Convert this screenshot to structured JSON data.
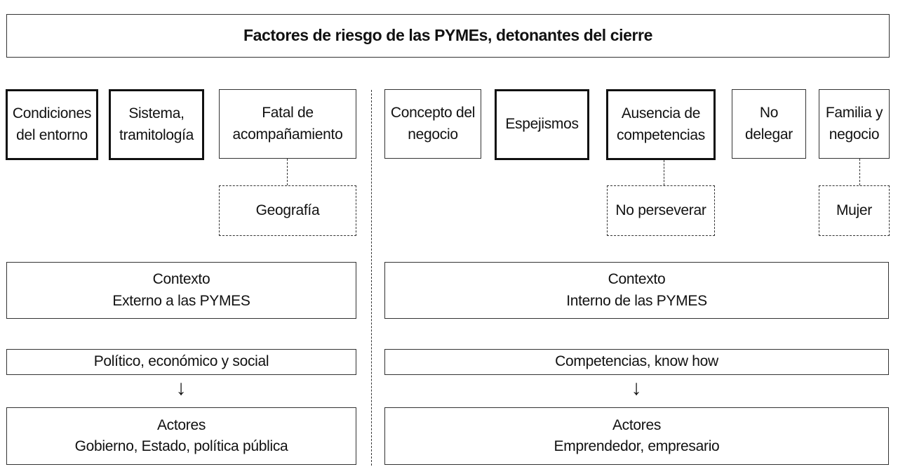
{
  "title": "Factores de riesgo de las PYMEs, detonantes del cierre",
  "external": {
    "factors": [
      {
        "line1": "Condiciones",
        "line2": "del entorno"
      },
      {
        "line1": "Sistema,",
        "line2": "tramitología"
      },
      {
        "line1": "Fatal de",
        "line2": "acompañamiento"
      }
    ],
    "sub_factor": "Geografía",
    "context": {
      "line1": "Contexto",
      "line2": "Externo a las PYMES"
    },
    "dimension": "Político, económico y social",
    "actors": {
      "line1": "Actores",
      "line2": "Gobierno, Estado, política pública"
    }
  },
  "internal": {
    "factors": [
      {
        "line1": "Concepto del",
        "line2": "negocio"
      },
      {
        "line1": "Espejismos",
        "line2": ""
      },
      {
        "line1": "Ausencia de",
        "line2": "competencias"
      },
      {
        "line1": "No",
        "line2": "delegar"
      },
      {
        "line1": "Familia y",
        "line2": "negocio"
      }
    ],
    "sub_factors": [
      "No perseverar",
      "Mujer"
    ],
    "context": {
      "line1": "Contexto",
      "line2": "Interno de las PYMES"
    },
    "dimension": "Competencias, know how",
    "actors": {
      "line1": "Actores",
      "line2": "Emprendedor, empresario"
    }
  },
  "arrow_glyph": "↓"
}
